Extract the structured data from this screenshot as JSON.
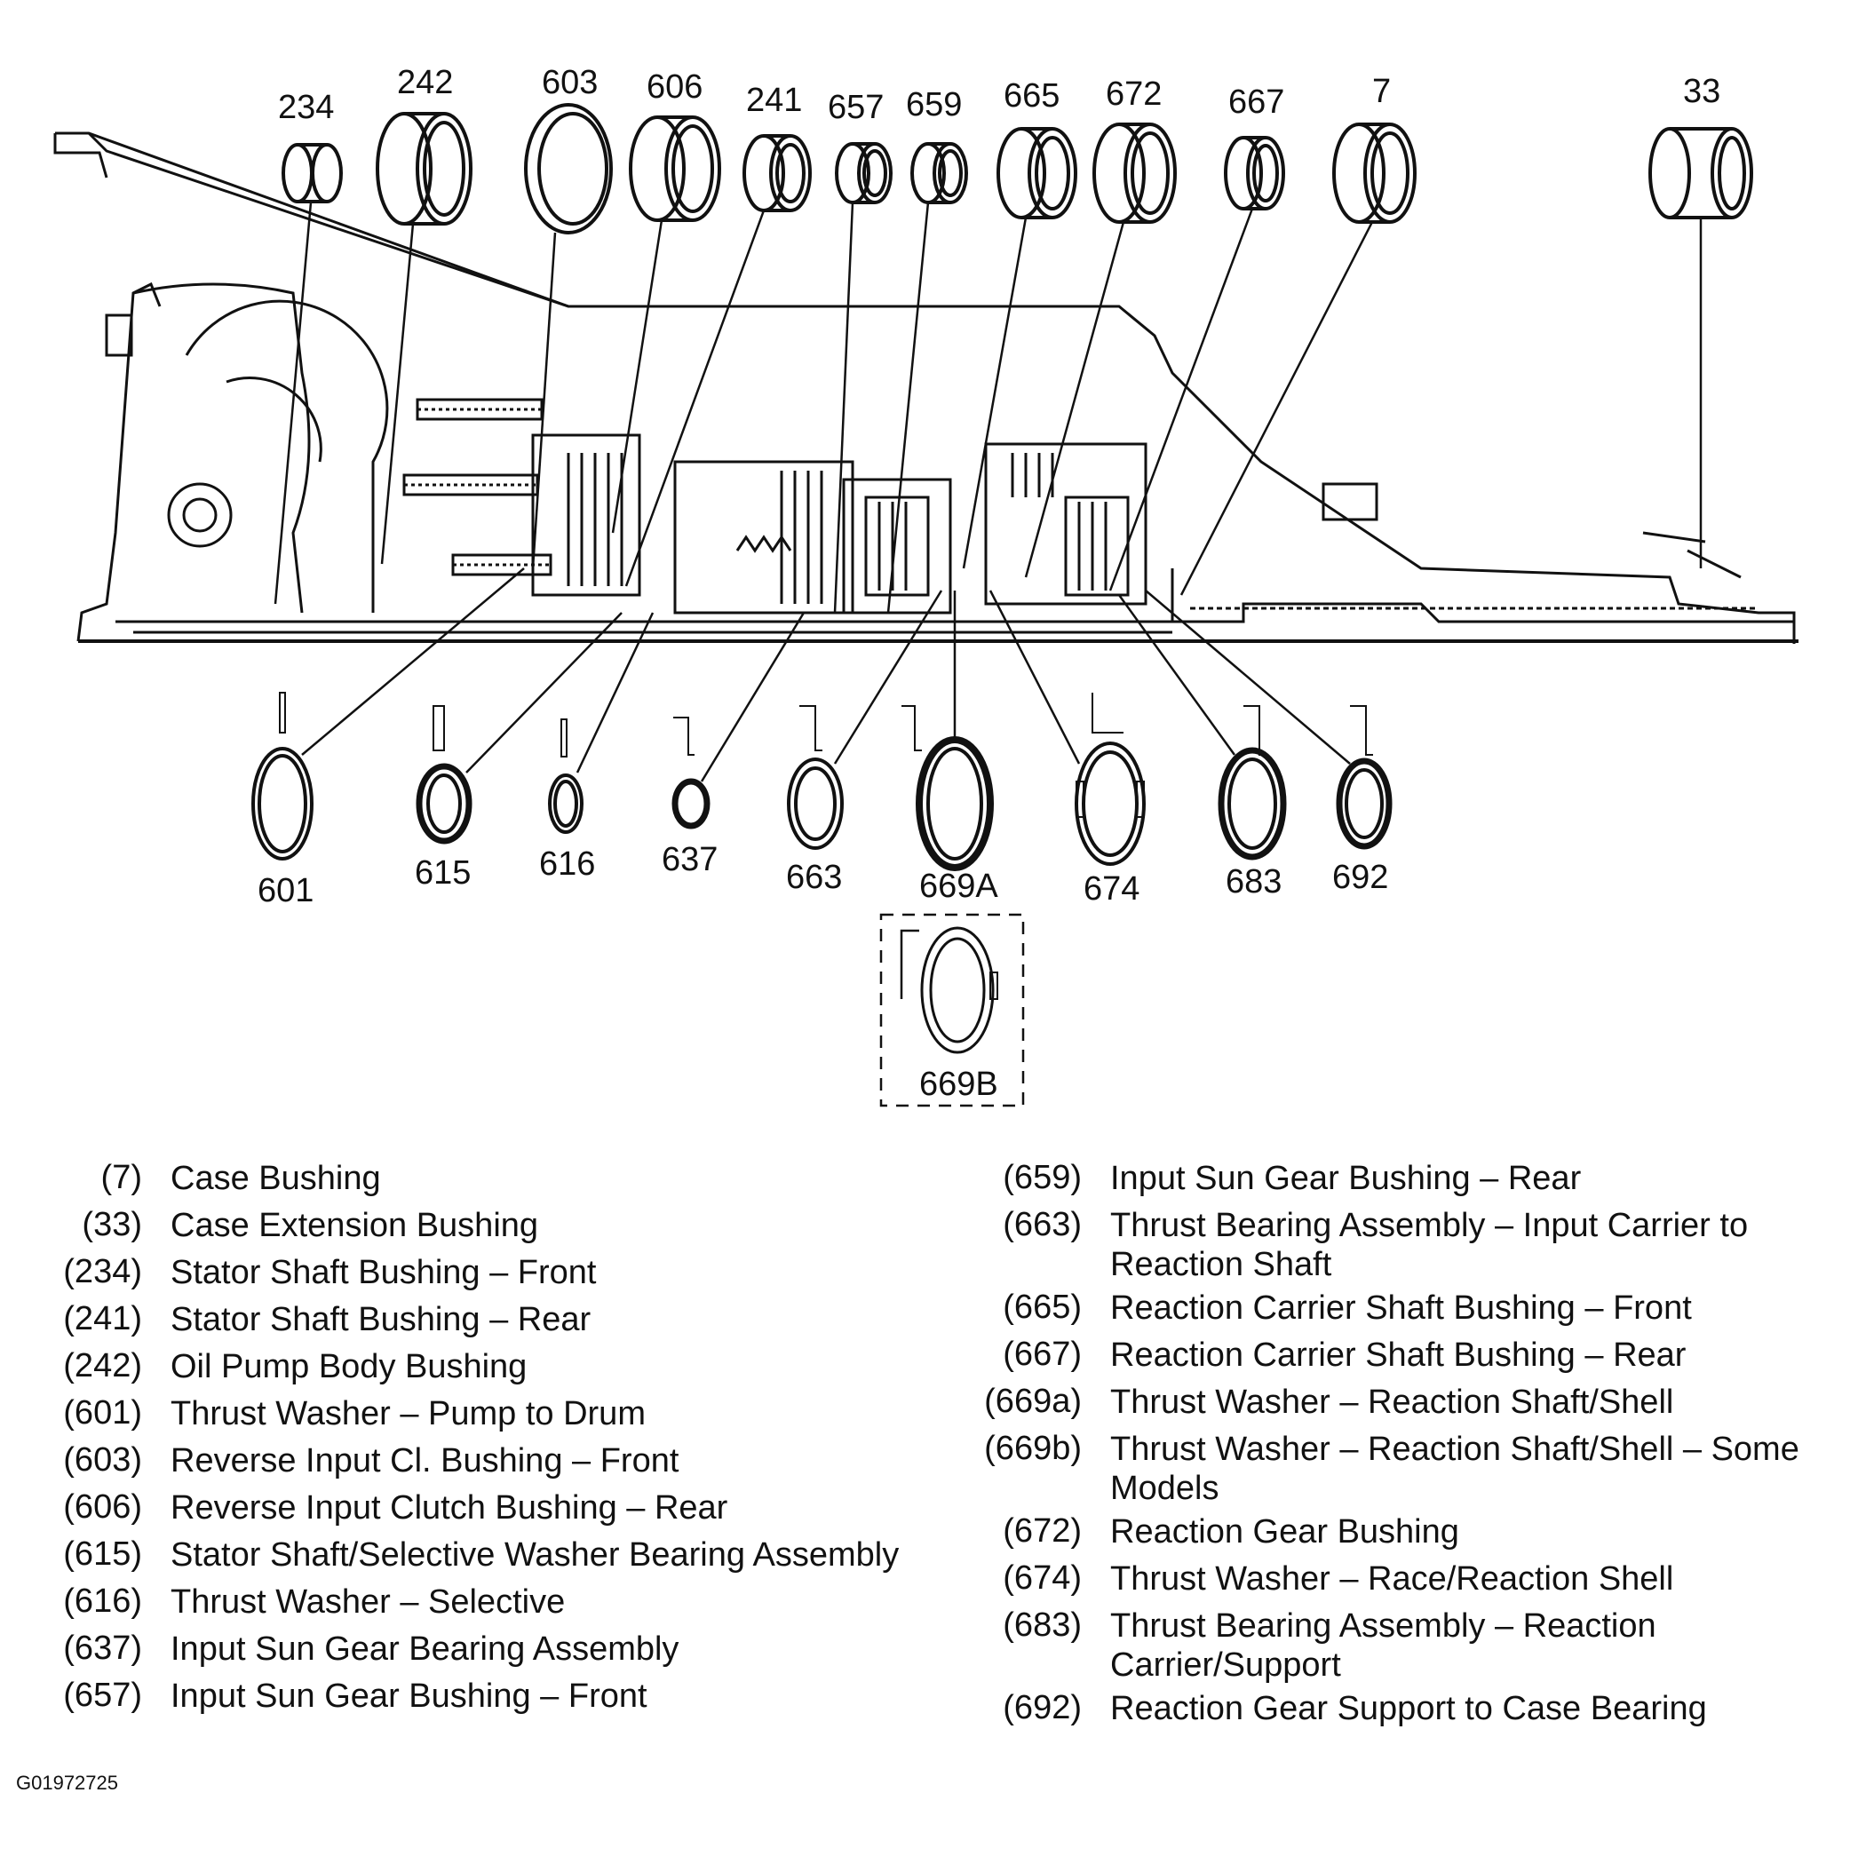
{
  "callouts": {
    "c234": "234",
    "c242": "242",
    "c603": "603",
    "c606": "606",
    "c241": "241",
    "c657": "657",
    "c659": "659",
    "c665": "665",
    "c672": "672",
    "c667": "667",
    "c7": "7",
    "c33": "33",
    "c601": "601",
    "c615": "615",
    "c616": "616",
    "c637": "637",
    "c663": "663",
    "c669A": "669A",
    "c674": "674",
    "c683": "683",
    "c692": "692",
    "c669B": "669B"
  },
  "legend_left": [
    {
      "num": "(7)",
      "desc": "Case Bushing"
    },
    {
      "num": "(33)",
      "desc": "Case Extension Bushing"
    },
    {
      "num": "(234)",
      "desc": "Stator Shaft Bushing – Front"
    },
    {
      "num": "(241)",
      "desc": "Stator Shaft Bushing – Rear"
    },
    {
      "num": "(242)",
      "desc": "Oil Pump Body Bushing"
    },
    {
      "num": "(601)",
      "desc": "Thrust Washer – Pump to Drum"
    },
    {
      "num": "(603)",
      "desc": "Reverse Input Cl. Bushing – Front"
    },
    {
      "num": "(606)",
      "desc": "Reverse Input Clutch Bushing – Rear"
    },
    {
      "num": "(615)",
      "desc": "Stator Shaft/Selective Washer Bearing Assembly"
    },
    {
      "num": "(616)",
      "desc": "Thrust Washer – Selective"
    },
    {
      "num": "(637)",
      "desc": "Input Sun Gear Bearing Assembly"
    },
    {
      "num": "(657)",
      "desc": "Input Sun Gear Bushing – Front"
    }
  ],
  "legend_right": [
    {
      "num": "(659)",
      "desc": "Input Sun Gear Bushing – Rear"
    },
    {
      "num": "(663)",
      "desc": "Thrust Bearing Assembly – Input Carrier to Reaction Shaft"
    },
    {
      "num": "(665)",
      "desc": "Reaction Carrier Shaft Bushing – Front"
    },
    {
      "num": "(667)",
      "desc": "Reaction Carrier Shaft Bushing – Rear"
    },
    {
      "num": "(669a)",
      "desc": "Thrust Washer – Reaction Shaft/Shell"
    },
    {
      "num": "(669b)",
      "desc": "Thrust Washer – Reaction Shaft/Shell – Some Models"
    },
    {
      "num": "(672)",
      "desc": "Reaction Gear Bushing"
    },
    {
      "num": "(674)",
      "desc": "Thrust Washer – Race/Reaction Shell"
    },
    {
      "num": "(683)",
      "desc": "Thrust Bearing Assembly – Reaction Carrier/Support"
    },
    {
      "num": "(692)",
      "desc": "Reaction Gear Support to Case Bearing"
    }
  ],
  "figure_code": "G01972725"
}
